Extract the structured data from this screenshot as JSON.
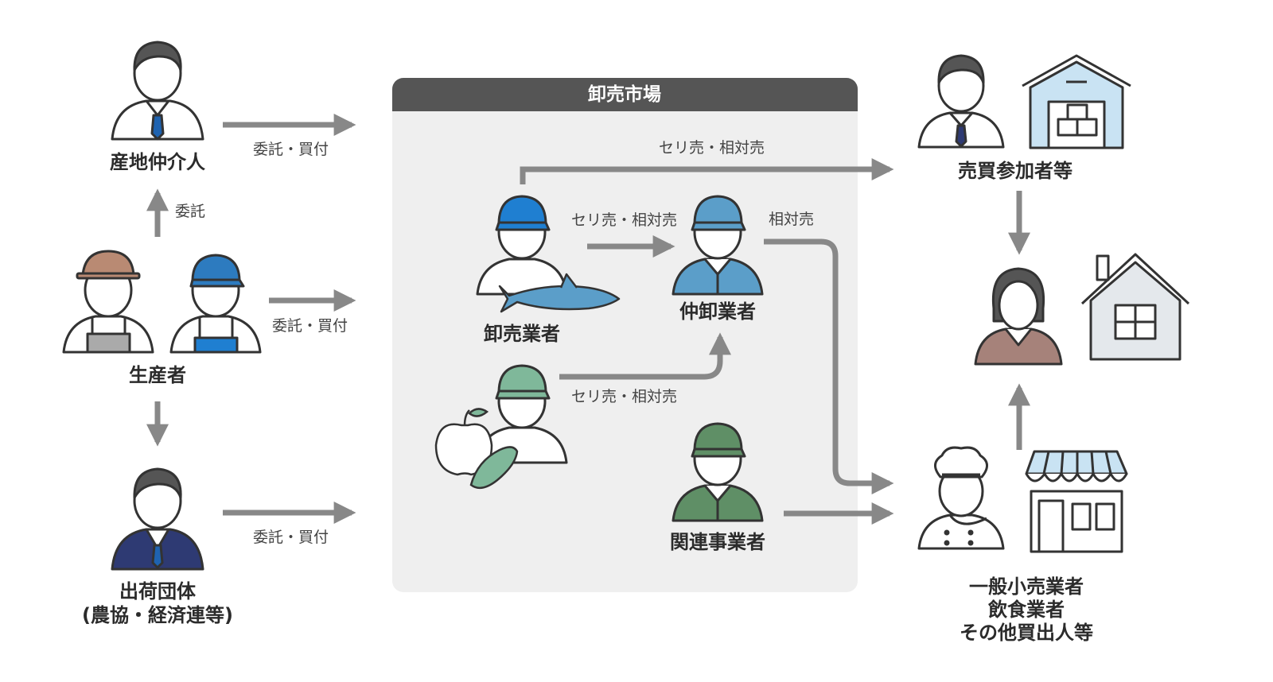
{
  "market": {
    "title": "卸売市場"
  },
  "nodes": {
    "intermediary": "産地仲介人",
    "producer": "生産者",
    "shipper_line1": "出荷団体",
    "shipper_line2": "(農協・経済連等)",
    "wholesaler": "卸売業者",
    "middle_wholesaler": "仲卸業者",
    "related_business": "関連事業者",
    "buyers": "売買参加者等",
    "retail_line1": "一般小売業者",
    "retail_line2": "飲食業者",
    "retail_line3": "その他買出人等"
  },
  "edges": {
    "consign_buy_1": "委託・買付",
    "consign": "委託",
    "consign_buy_2": "委託・買付",
    "consign_buy_3": "委託・買付",
    "auction_top": "セリ売・相対売",
    "auction_mid": "セリ売・相対売",
    "negotiated": "相対売",
    "auction_low": "セリ売・相対売"
  },
  "colors": {
    "arrow": "#888888",
    "market_bg": "#efefef",
    "market_header": "#555555",
    "blue_cap": "#1f7fd1",
    "teal_cap": "#5b9ec9",
    "green_cap": "#7fb89a",
    "dark_green_cap": "#5f8f66",
    "navy_suit": "#2e3a73",
    "light_blue_building": "#c9e3f3",
    "woman_top": "#a6827a",
    "brown_helmet": "#b98a73"
  }
}
